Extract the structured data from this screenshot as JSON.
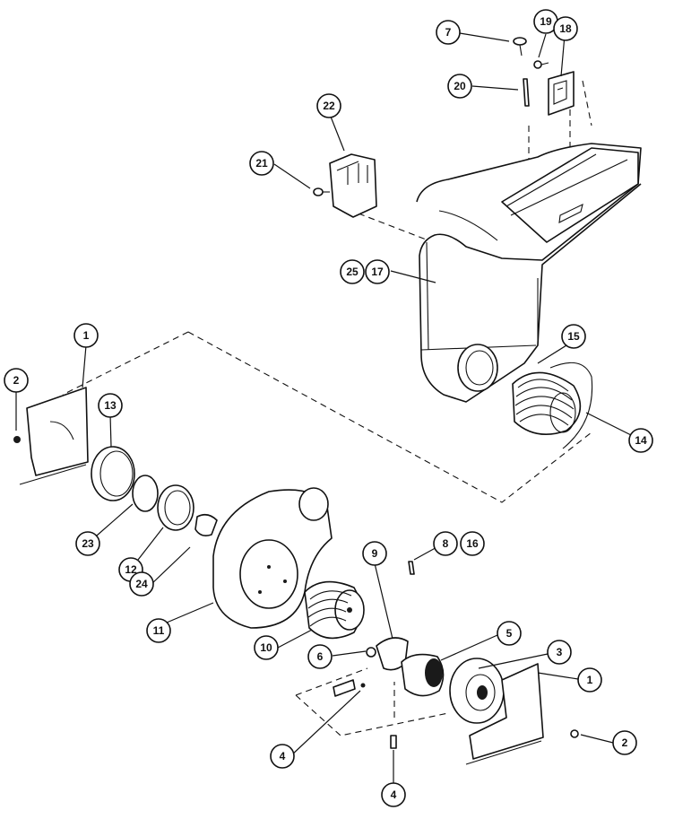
{
  "callouts": [
    {
      "id": "c1",
      "label": "7"
    },
    {
      "id": "c2",
      "label": "19"
    },
    {
      "id": "c3",
      "label": "18"
    },
    {
      "id": "c4",
      "label": "20"
    },
    {
      "id": "c5",
      "label": "22"
    },
    {
      "id": "c6",
      "label": "21"
    },
    {
      "id": "c7",
      "label": "25"
    },
    {
      "id": "c8",
      "label": "17"
    },
    {
      "id": "c9",
      "label": "1"
    },
    {
      "id": "c10",
      "label": "2"
    },
    {
      "id": "c11",
      "label": "13"
    },
    {
      "id": "c12",
      "label": "15"
    },
    {
      "id": "c13",
      "label": "14"
    },
    {
      "id": "c14",
      "label": "23"
    },
    {
      "id": "c15",
      "label": "12"
    },
    {
      "id": "c16",
      "label": "24"
    },
    {
      "id": "c17",
      "label": "11"
    },
    {
      "id": "c18",
      "label": "9"
    },
    {
      "id": "c19",
      "label": "8"
    },
    {
      "id": "c20",
      "label": "16"
    },
    {
      "id": "c21",
      "label": "10"
    },
    {
      "id": "c22",
      "label": "6"
    },
    {
      "id": "c23",
      "label": "5"
    },
    {
      "id": "c24",
      "label": "3"
    },
    {
      "id": "c25",
      "label": "1"
    },
    {
      "id": "c26",
      "label": "4"
    },
    {
      "id": "c27",
      "label": "2"
    },
    {
      "id": "c28",
      "label": "4"
    }
  ]
}
